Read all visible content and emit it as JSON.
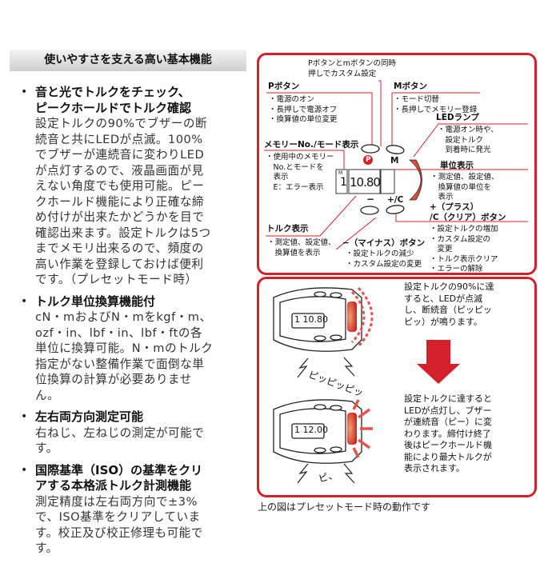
{
  "section_title": "使いやすさを支える高い基本機能",
  "features": [
    {
      "title": "音と光でトルクをチェック、\nピークホールドでトルク確認",
      "body": "設定トルクの90%でブザーの断\n続音と共にLEDが点滅。100%\nでブザーが連続音に変わりLED\nが点灯するので、液晶画面が見\nえない角度でも使用可能。ピー\nクホールド機能により正確な締\nめ付けが出来たかどうかを目で\n確認出来ます。設定トルクは5つ\nまでメモリ出来るので、頻度の\n高い作業を登録しておけば便利\nです。（プレセットモード時）"
    },
    {
      "title": "トルク単位換算機能付",
      "body": "cN・mおよびN・mをkgf・m、\nozf・in、lbf・in、lbf・ftの各\n単位に換算可能。N・mのトルク\n指定がない整備作業で面倒な単\n位換算の計算が必要ありませ\nん。"
    },
    {
      "title": "左右両方向測定可能",
      "body": "右ねじ、左ねじの測定が可能で\nす。"
    },
    {
      "title": "国際基準（ISO）の基準をクリ\nアする本格派トルク計測機能",
      "body": "測定精度は左右両方向で±3%\nで、ISO基準をクリアしていま\nす。校正及び校正修理も可能で\nす。"
    }
  ],
  "diagram": {
    "pm_combo": "Pボタンとmボタンの同時\n押しでカスタム設定",
    "p_button": {
      "title": "Pボタン",
      "items": "・電源のオン\n・長押しで電源オフ\n・換算値の単位変更"
    },
    "m_button": {
      "title": "Mボタン",
      "items": "・モード切替\n・長押しでメモリー登録"
    },
    "led": {
      "title": "LEDランプ",
      "items": "・電源オン時や、\n　設定トルク\n　到着時に発光"
    },
    "memory": {
      "title": "メモリーNo./モード表示",
      "items": "・使用中のメモリー\n　No.とモードを\n　表示\n　E：エラー表示"
    },
    "unit": {
      "title": "単位表示",
      "items": "・測定値、設定値、\n　換算値の単位を\n　表示"
    },
    "plus": {
      "title": "+（プラス）\n/C（クリア）ボタン",
      "items": "・設定トルクの増加\n・カスタム設定の\n　変更\n・トルク表示クリア\n・エラーの解除"
    },
    "torque": {
      "title": "トルク表示",
      "items": "・測定値、設定値、\n　換算値を表示"
    },
    "minus": {
      "title": "−（マイナス）ボタン",
      "items": "・設定トルクの減少\n・カスタム設定の変更"
    },
    "p_mark": "P",
    "m_mark": "M",
    "minus_mark": "−",
    "plus_mark": "+/C",
    "lcd_mem": "1",
    "lcd_value": "10.80",
    "lcd_m": "M"
  },
  "operation": {
    "step1": "設定トルクの90%に達\nすると、LEDが点滅\nし、断続音（ピッピッ\nピッ）が鳴ります。",
    "step2": "設定トルクに達すると\nLEDが点灯し、ブザー\nが連続音（ピー）に変\nわります。締付け終了\n後はピークホールド機\n能により最大トルクが\n表示されます。",
    "sound1": "ピッピッピッ",
    "sound2": "ピ、",
    "display1": "1 10.80",
    "display2": "1 12.00"
  },
  "caption": "上の図はプレセットモード時の動作です",
  "colors": {
    "accent": "#d4202a",
    "led": "#e0401a"
  }
}
